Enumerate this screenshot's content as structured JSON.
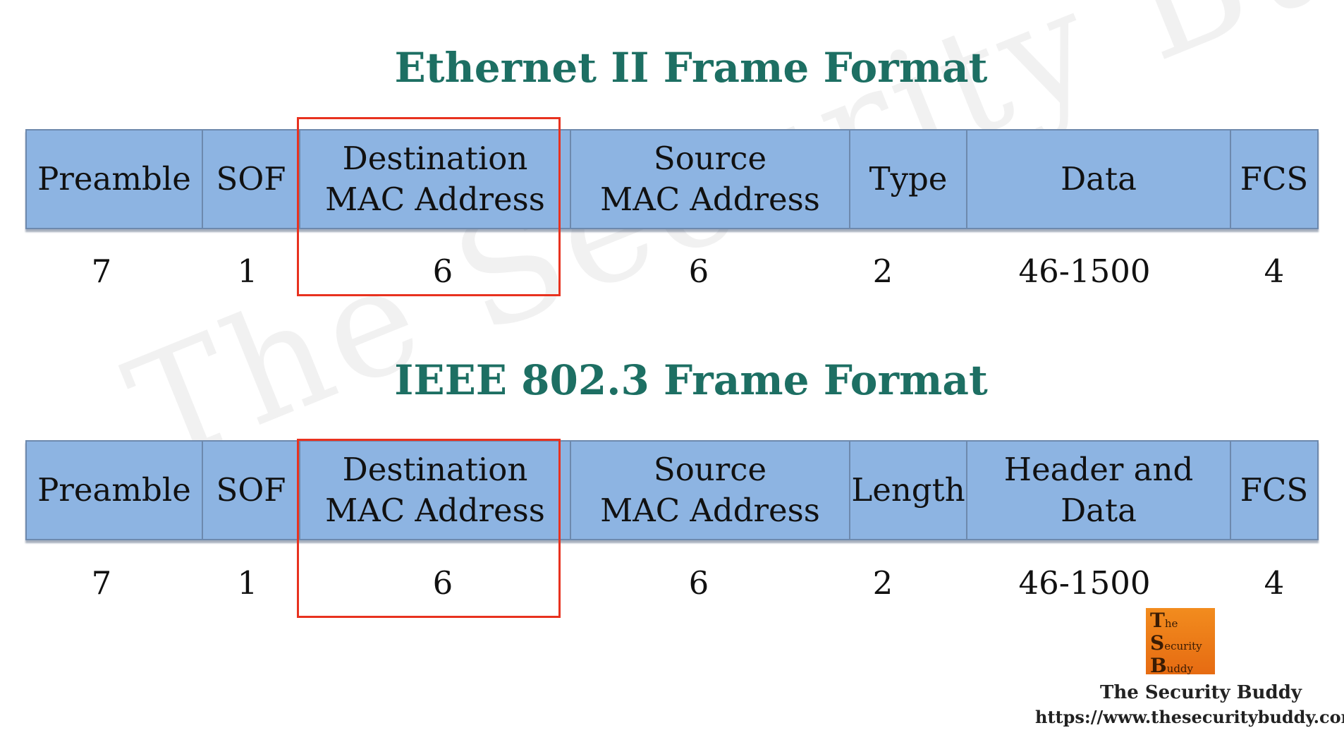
{
  "watermark": "The Security Buddy",
  "diagrams": [
    {
      "title": "Ethernet II Frame Format",
      "fields": [
        "Preamble",
        "SOF",
        "Destination\nMAC Address",
        "Source\nMAC Address",
        "Type",
        "Data",
        "FCS"
      ],
      "sizes": [
        "7",
        "1",
        "6",
        "6",
        "2",
        "46-1500",
        "4"
      ],
      "highlighted_field": "Destination\nMAC Address"
    },
    {
      "title": "IEEE 802.3 Frame Format",
      "fields": [
        "Preamble",
        "SOF",
        "Destination\nMAC Address",
        "Source\nMAC Address",
        "Length",
        "Header and\nData",
        "FCS"
      ],
      "sizes": [
        "7",
        "1",
        "6",
        "6",
        "2",
        "46-1500",
        "4"
      ],
      "highlighted_field": "Destination\nMAC Address"
    }
  ],
  "logo": {
    "line1": "T",
    "line1_small": "he",
    "line2": "S",
    "line2_small": "ecurity",
    "line3": "B",
    "line3_small": "uddy"
  },
  "brand": {
    "name": "The Security Buddy",
    "url": "https://www.thesecuritybuddy.com/"
  },
  "colors": {
    "field_fill": "#8db4e2",
    "title_color": "#1d6f63",
    "highlight": "#e8321f",
    "logo_fill": "#f28c1e"
  }
}
